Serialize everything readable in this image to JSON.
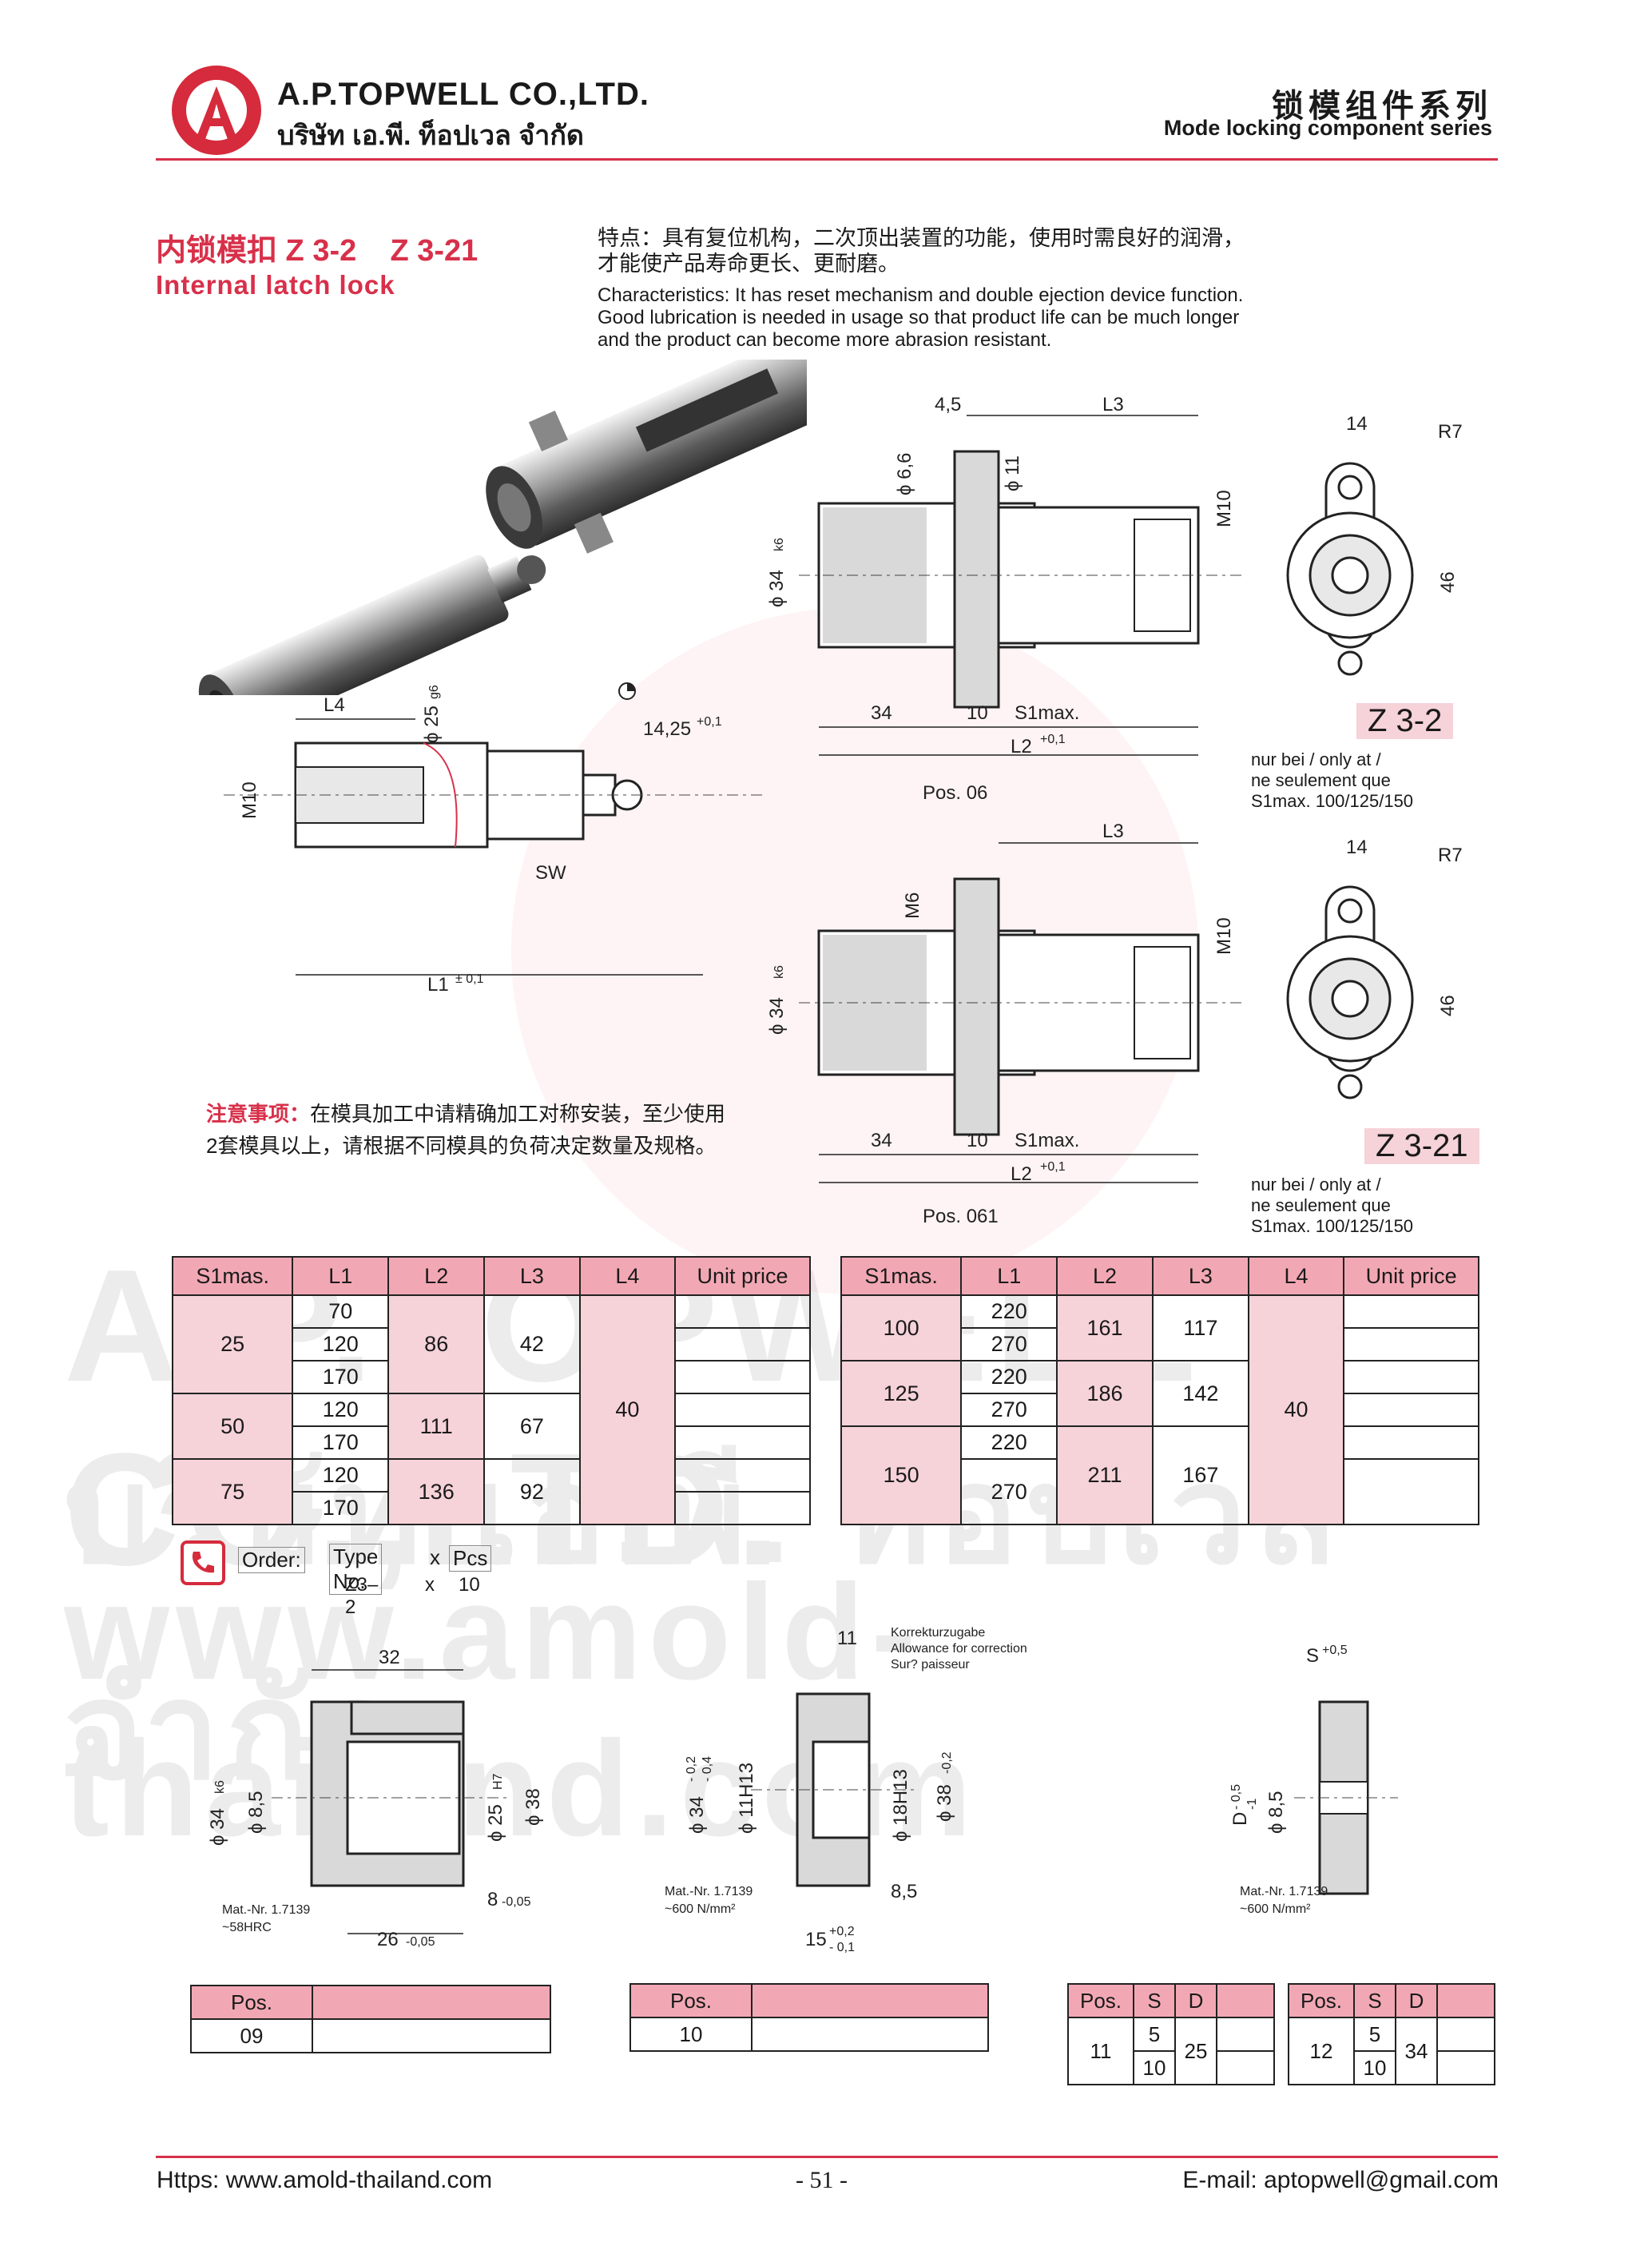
{
  "header": {
    "company_en": "A.P.TOPWELL CO.,LTD.",
    "company_thai": "บริษัท เอ.พี. ท็อปเวล จำกัด",
    "series_cn": "锁模组件系列",
    "series_en": "Mode locking component series",
    "logo_letter": "A"
  },
  "product": {
    "title_cn": "内锁模扣 Z 3-2    Z 3-21",
    "title_en": "Internal latch lock",
    "features_cn_1": "特点：具有复位机构，二次顶出装置的功能，使用时需良好的润滑，",
    "features_cn_2": "才能使产品寿命更长、更耐磨。",
    "features_en_1": "Characteristics: It has reset mechanism and double ejection device function.",
    "features_en_2": "Good lubrication is needed in usage so that product life can be much longer",
    "features_en_3": "and the product can become more abrasion resistant."
  },
  "drawing": {
    "pin": {
      "L4": "L4",
      "d25": "ϕ 25",
      "d25_tol": "g6",
      "M10": "M10",
      "SW": "SW",
      "L1": "L1",
      "L1_tol": "± 0,1",
      "d1425": "14,25",
      "d1425_tol": "+0,1"
    },
    "z32": {
      "d45": "4,5",
      "L3": "L3",
      "d66": "ϕ 6,6",
      "d11": "ϕ 11",
      "M10": "M10",
      "d34": "ϕ 34",
      "d34_tol": "k6",
      "d46": "46",
      "d14": "14",
      "R7": "R7",
      "d34b": "34",
      "d10": "10",
      "S1max": "S1max.",
      "L2": "L2",
      "L2_tol": "+0,1",
      "pos": "Pos. 06",
      "label": "Z 3-2"
    },
    "z321": {
      "L3": "L3",
      "M6": "M6",
      "M10": "M10",
      "d34": "ϕ 34",
      "d34_tol": "k6",
      "d46": "46",
      "d14": "14",
      "R7": "R7",
      "d34b": "34",
      "d10": "10",
      "S1max": "S1max.",
      "L2": "L2",
      "L2_tol": "+0,1",
      "pos": "Pos. 061",
      "label": "Z 3-21"
    },
    "note_lines": [
      "nur bei / only at /",
      "ne seulement que",
      "S1max. 100/125/150"
    ]
  },
  "notice": {
    "label": "注意事项：",
    "text": "在模具加工中请精确加工对称安装，至少使用2套模具以上，请根据不同模具的负荷决定数量及规格。"
  },
  "watermark": {
    "line1": "A.P.TOPWELL CO.,LTD.",
    "line2": "บริษัท เอ.พี. ท็อปเวล จำกัด",
    "line3": "www.amold-thailand.com"
  },
  "table_left": {
    "headers": [
      "S1mas.",
      "L1",
      "L2",
      "L3",
      "L4",
      "Unit price"
    ],
    "groups": [
      {
        "s1": "25",
        "l1": [
          "70",
          "120",
          "170"
        ],
        "l2": "86",
        "l3": "42"
      },
      {
        "s1": "50",
        "l1": [
          "120",
          "170"
        ],
        "l2": "111",
        "l3": "67"
      },
      {
        "s1": "75",
        "l1": [
          "120",
          "170"
        ],
        "l2": "136",
        "l3": "92"
      }
    ],
    "l4": "40"
  },
  "table_right": {
    "headers": [
      "S1mas.",
      "L1",
      "L2",
      "L3",
      "L4",
      "Unit price"
    ],
    "groups": [
      {
        "s1": "100",
        "l1": [
          "220",
          "270"
        ],
        "l2": "161",
        "l3": "117"
      },
      {
        "s1": "125",
        "l1": [
          "220",
          "270"
        ],
        "l2": "186",
        "l3": "142"
      },
      {
        "s1": "150",
        "l1": [
          "220",
          "270"
        ],
        "l2": "211",
        "l3": "167"
      }
    ],
    "l4": "40"
  },
  "order": {
    "label": "Order:",
    "type_no": "Type No.",
    "x": "x",
    "pcs": "Pcs",
    "example_type": "Z3–2",
    "example_x": "x",
    "example_pcs": "10"
  },
  "parts": {
    "p09": {
      "d32": "32",
      "d34": "ϕ 34",
      "d34_tol": "k6",
      "d85": "ϕ 8,5",
      "d25": "ϕ 25",
      "d25_tol": "H7",
      "d38": "ϕ 38",
      "d8": "8",
      "d8_tol": "-0,05",
      "d26": "26",
      "d26_tol": "-0,05",
      "mat1": "Mat.-Nr. 1.7139",
      "mat2": "~58HRC"
    },
    "p10": {
      "d11": "11",
      "korr1": "Korrekturzugabe",
      "korr2": "Allowance for correction",
      "korr3": "Sur? paisseur",
      "d34": "ϕ 34",
      "d34_tol1": "- 0,2",
      "d34_tol2": "- 0,4",
      "d11h": "ϕ 11H13",
      "d18h": "ϕ 18H13",
      "d38": "ϕ 38",
      "d38_tol": "-0,2",
      "d85": "8,5",
      "d15": "15",
      "d15_tol1": "+0,2",
      "d15_tol2": "- 0,1",
      "mat1": "Mat.-Nr. 1.7139",
      "mat2": "~600 N/mm²"
    },
    "p11": {
      "s": "S",
      "s_tol": "+0,5",
      "D": "D",
      "D_tol1": "- 0,5",
      "D_tol2": "-1",
      "d85": "ϕ 8,5",
      "mat1": "Mat.-Nr. 1.7139",
      "mat2": "~600 N/mm²"
    }
  },
  "pos_tables": {
    "t09": {
      "h1": "Pos.",
      "val": "09"
    },
    "t10": {
      "h1": "Pos.",
      "val": "10"
    },
    "t11": {
      "h": [
        "Pos.",
        "S",
        "D"
      ],
      "pos": "11",
      "s": [
        "5",
        "10"
      ],
      "d": "25"
    },
    "t12": {
      "h": [
        "Pos.",
        "S",
        "D"
      ],
      "pos": "12",
      "s": [
        "5",
        "10"
      ],
      "d": "34"
    }
  },
  "footer": {
    "url": "Https: www.amold-thailand.com",
    "page": "- 51 -",
    "email": "E-mail: aptopwell@gmail.com"
  }
}
